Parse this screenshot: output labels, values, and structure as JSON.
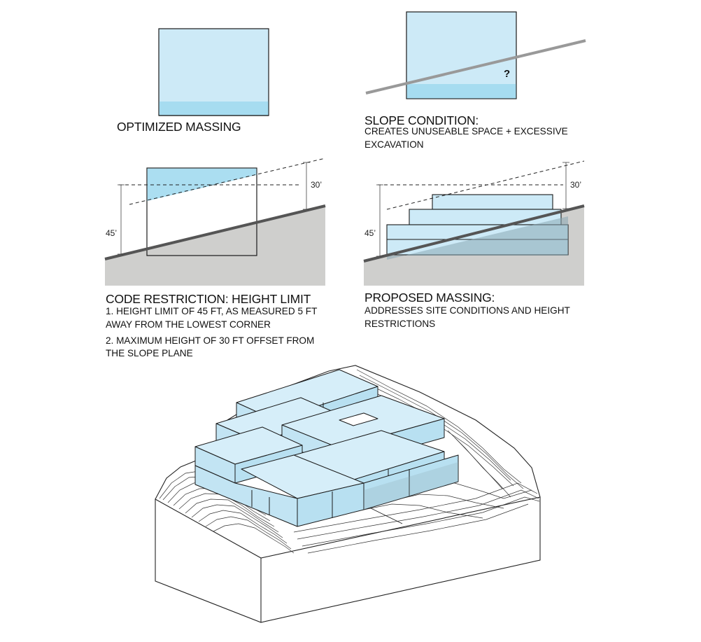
{
  "panels": {
    "optimized": {
      "title": "OPTIMIZED MASSING"
    },
    "slope": {
      "title": "SLOPE CONDITION:",
      "line1": "CREATES UNUSEABLE SPACE + EXCESSIVE",
      "line2": "EXCAVATION",
      "question_mark": "?"
    },
    "code": {
      "title": "CODE RESTRICTION: HEIGHT LIMIT",
      "item1_line1": "1. HEIGHT LIMIT OF 45 FT, AS MEASURED 5 FT",
      "item1_line2": "AWAY FROM THE LOWEST CORNER",
      "item2_line1": "2. MAXIMUM HEIGHT OF 30 FT OFFSET FROM",
      "item2_line2": "THE SLOPE PLANE",
      "dim_45": "45’",
      "dim_30": "30’"
    },
    "proposed": {
      "title": "PROPOSED MASSING:",
      "line1": "ADDRESSES SITE CONDITIONS AND HEIGHT",
      "line2": "RESTRICTIONS",
      "dim_45": "45’",
      "dim_30": "30’"
    }
  },
  "colors": {
    "mass_fill": "#cdeaf7",
    "mass_dark": "#a6dcf0",
    "ground": "#cfcfcd",
    "slope_line": "#555555"
  }
}
